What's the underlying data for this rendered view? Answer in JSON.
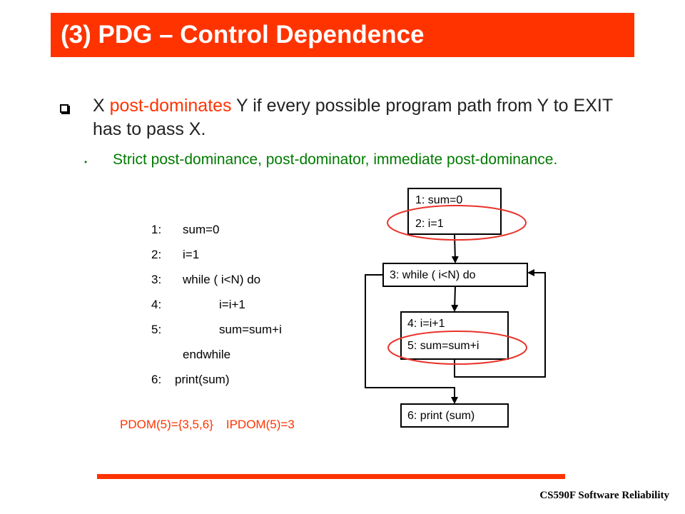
{
  "title": "(3) PDG – Control Dependence",
  "bullet_main": {
    "pre": "X ",
    "highlight": "post-dominates",
    "post": " Y if every possible program path from Y to EXIT has to pass X."
  },
  "bullet_sub": "Strict post-dominance, post-dominator, immediate post-dominance.",
  "code": [
    {
      "num": "1:",
      "text": "sum=0"
    },
    {
      "num": "2:",
      "text": "i=1"
    },
    {
      "num": "3:",
      "text": "while ( i<N) do"
    },
    {
      "num": "4:",
      "text": "i=i+1"
    },
    {
      "num": "5:",
      "text": "sum=sum+i"
    },
    {
      "num": "",
      "text": "endwhile"
    },
    {
      "num": "6:",
      "text": "print(sum)"
    }
  ],
  "pdom": "PDOM(5)={3,5,6}",
  "ipdom": "IPDOM(5)=3",
  "diagram": {
    "block1": [
      "1:  sum=0",
      "2:  i=1"
    ],
    "block2": [
      "3:  while ( i<N) do"
    ],
    "block3": [
      "4:  i=i+1",
      "5:  sum=sum+i"
    ],
    "block4": [
      "6:  print (sum)"
    ]
  },
  "footer": "CS590F Software Reliability",
  "colors": {
    "accent": "#ff3300",
    "sub_bullet": "#007a00"
  }
}
